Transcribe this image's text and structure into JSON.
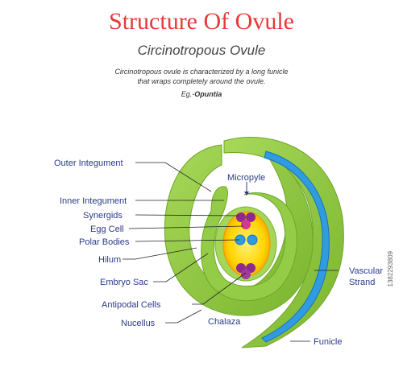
{
  "header": {
    "title": "Structure Of Ovule",
    "subtitle": "Circinotropous Ovule",
    "description_line1": "Circinotropous ovule is characterized by a long funicle",
    "description_line2": "that wraps completely around the ovule.",
    "example_prefix": "Eg.-",
    "example_name": "Opuntia"
  },
  "labels": {
    "outer_integument": "Outer Integument",
    "inner_integument": "Inner Integument",
    "synergids": "Synergids",
    "egg_cell": "Egg Cell",
    "polar_bodies": "Polar Bodies",
    "hilum": "Hilum",
    "embryo_sac": "Embryo Sac",
    "antipodal_cells": "Antipodal Cells",
    "nucellus": "Nucellus",
    "chalaza": "Chalaza",
    "micropyle": "Micropyle",
    "vascular": "Vascular",
    "strand": "Strand",
    "funicle": "Funicle"
  },
  "stock_id": "1382293809",
  "colors": {
    "title": "#e8393a",
    "label": "#2b3a8c",
    "integument_green": "#8cc63f",
    "vascular_blue": "#2f9be0",
    "embryo_yellow": "#ffd400",
    "synergid_purple": "#8e2a8f"
  }
}
